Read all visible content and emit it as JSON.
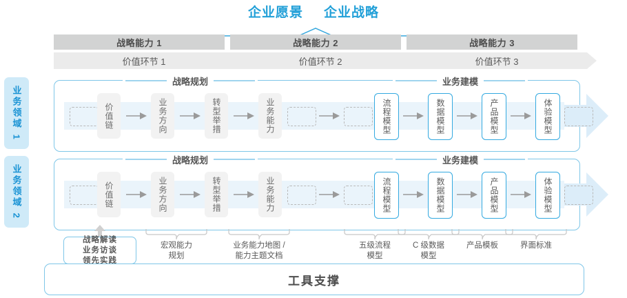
{
  "header": {
    "vision": "企业愿景",
    "strategy": "企业战略"
  },
  "capabilities": [
    {
      "label": "战略能力 1"
    },
    {
      "label": "战略能力 2"
    },
    {
      "label": "战略能力 3"
    }
  ],
  "value_chain": [
    {
      "label": "价值环节 1"
    },
    {
      "label": "价值环节 2"
    },
    {
      "label": "价值环节 3"
    }
  ],
  "domains": [
    {
      "label": "业务领域 1"
    },
    {
      "label": "业务领域 2"
    }
  ],
  "sections": {
    "planning": "战略规划",
    "modeling": "业务建模"
  },
  "nodes": [
    {
      "label": "价值链",
      "style": "gray"
    },
    {
      "label": "业务方向",
      "style": "gray"
    },
    {
      "label": "转型举措",
      "style": "gray"
    },
    {
      "label": "业务能力",
      "style": "gray"
    },
    {
      "label": "流程模型",
      "style": "blue"
    },
    {
      "label": "数据模型",
      "style": "blue"
    },
    {
      "label": "产品模型",
      "style": "blue"
    },
    {
      "label": "体验模型",
      "style": "blue"
    }
  ],
  "tools": {
    "first_box": "战略解读\n业务访谈\n领先实践",
    "items": [
      {
        "label": "宏观能力\n规划"
      },
      {
        "label": "业务能力地图 /\n能力主题文档"
      },
      {
        "label": "五级流程\n模型"
      },
      {
        "label": "C 级数据\n模型"
      },
      {
        "label": "产品模板"
      },
      {
        "label": "界面标准"
      }
    ]
  },
  "footer": {
    "title": "工具支撑"
  },
  "colors": {
    "accent_blue": "#22a0d8",
    "border_blue": "#7ec6e8",
    "node_blue": "#33a9e0",
    "band_blue": "#eaf4fb",
    "bar_dark": "#d2d3d3",
    "bar_light": "#ebebeb",
    "node_gray": "#f2f2f2",
    "text_gray": "#595959"
  }
}
